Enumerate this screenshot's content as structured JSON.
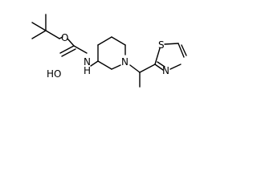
{
  "atoms": {
    "carbonyl_o": "O",
    "hydroxyl": "HO",
    "amide_n": "N",
    "amide_h": "H",
    "ring_n": "N",
    "thiazole_s": "S",
    "thiazole_n": "N"
  },
  "colors": {
    "bond": "#000000",
    "background": "#ffffff"
  }
}
